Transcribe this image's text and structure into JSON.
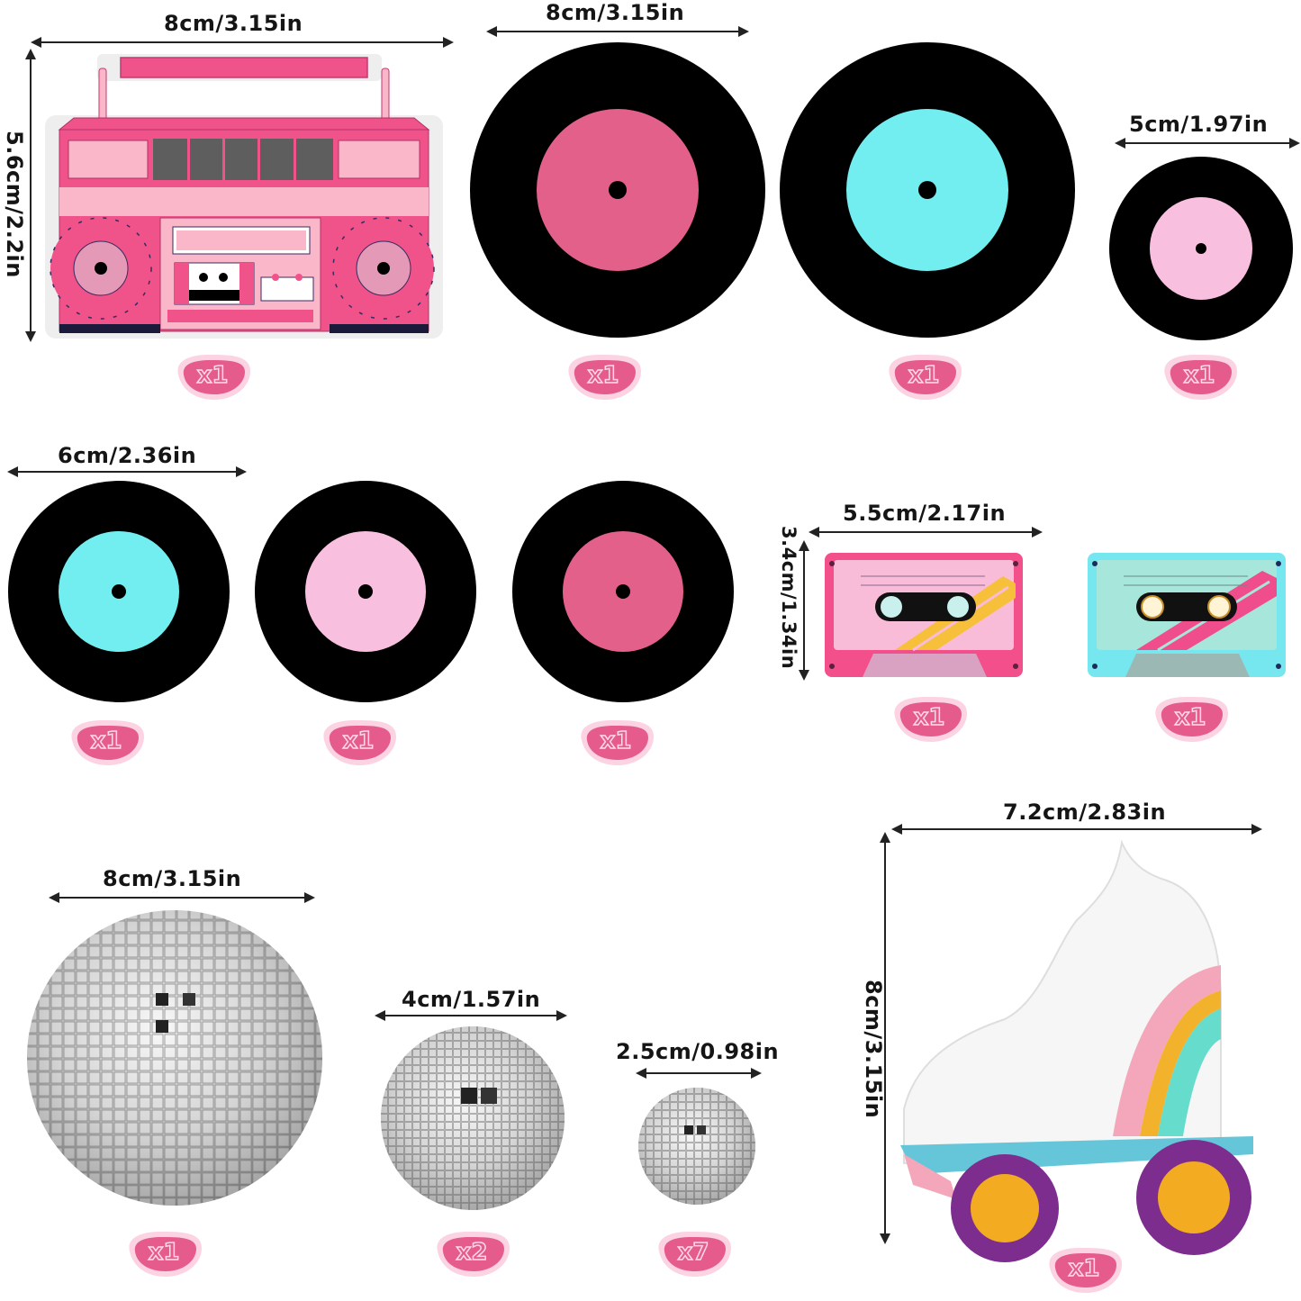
{
  "colors": {
    "badge_fill": "#e45b8c",
    "badge_halo": "#fbd3e2",
    "record_black": "#000000",
    "label_hot_pink": "#e3608b",
    "label_cyan": "#72eef0",
    "label_light_pink": "#f8bfdf",
    "boombox_pink": "#f0528a",
    "boombox_light": "#f9b7c9",
    "cassette_pink": "#f34f8b",
    "cassette_cyan": "#76e6ef",
    "skate_purple": "#7d2d8e",
    "skate_wheel_hub": "#f3ab22",
    "skate_plate": "#65c6da"
  },
  "items": [
    {
      "id": "boombox",
      "name": "Boombox",
      "width_label": "8cm/3.15in",
      "height_label": "5.6cm/2.2in",
      "quantity": "x1"
    },
    {
      "id": "record-large-pink",
      "name": "Vinyl record (hot pink label)",
      "width_label": "8cm/3.15in",
      "quantity": "x1"
    },
    {
      "id": "record-large-cyan",
      "name": "Vinyl record (cyan label)",
      "quantity": "x1"
    },
    {
      "id": "record-small-pink",
      "name": "Vinyl record (light pink label)",
      "width_label": "5cm/1.97in",
      "quantity": "x1"
    },
    {
      "id": "record-medium-cyan",
      "name": "Vinyl record (cyan label)",
      "width_label": "6cm/2.36in",
      "quantity": "x1"
    },
    {
      "id": "record-medium-lightpink",
      "name": "Vinyl record (light pink label)",
      "quantity": "x1"
    },
    {
      "id": "record-medium-hotpink",
      "name": "Vinyl record (hot pink label)",
      "quantity": "x1"
    },
    {
      "id": "cassette-pink",
      "name": "Cassette tape (pink)",
      "width_label": "5.5cm/2.17in",
      "height_label": "3.4cm/1.34in",
      "quantity": "x1"
    },
    {
      "id": "cassette-cyan",
      "name": "Cassette tape (cyan)",
      "quantity": "x1"
    },
    {
      "id": "disco-ball-large",
      "name": "Disco ball large",
      "width_label": "8cm/3.15in",
      "quantity": "x1"
    },
    {
      "id": "disco-ball-medium",
      "name": "Disco ball medium",
      "width_label": "4cm/1.57in",
      "quantity": "x2"
    },
    {
      "id": "disco-ball-small",
      "name": "Disco ball small",
      "width_label": "2.5cm/0.98in",
      "quantity": "x7"
    },
    {
      "id": "roller-skate",
      "name": "Roller skate",
      "width_label": "7.2cm/2.83in",
      "height_label": "8cm/3.15in",
      "quantity": "x1"
    }
  ]
}
